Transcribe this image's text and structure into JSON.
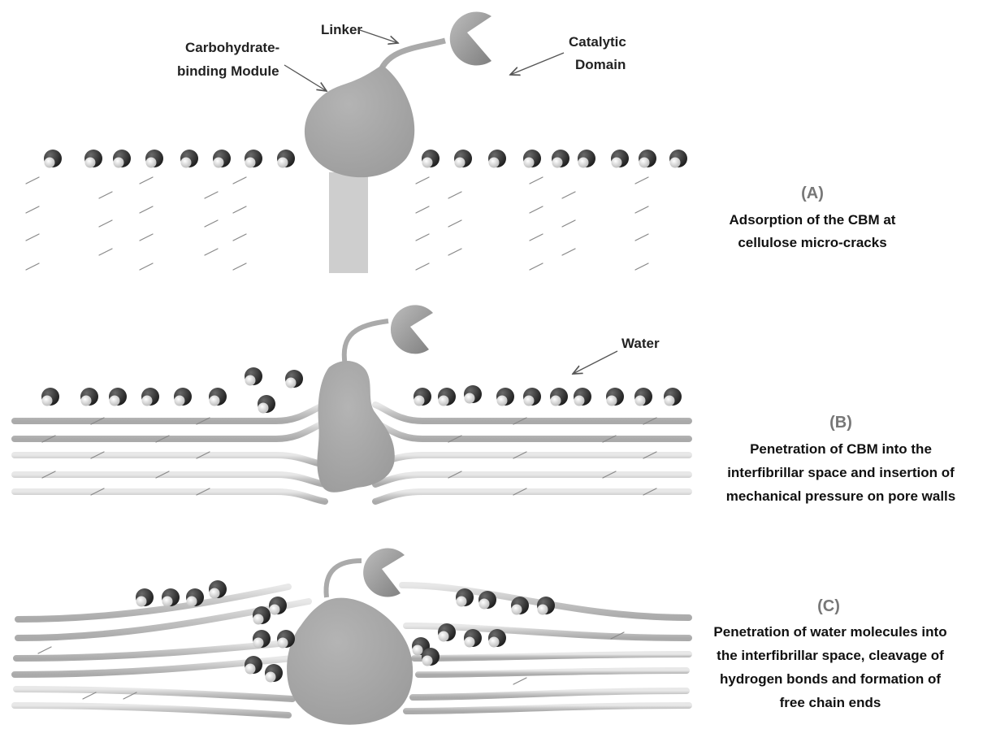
{
  "labels": {
    "linker": "Linker",
    "cbm_line1": "Carbohydrate-",
    "cbm_line2": "binding Module",
    "catalytic_line1": "Catalytic",
    "catalytic_line2": "Domain",
    "water": "Water"
  },
  "panels": [
    {
      "tag": "(A)",
      "caption": [
        "Adsorption of the CBM at",
        "cellulose micro-cracks"
      ]
    },
    {
      "tag": "(B)",
      "caption": [
        "Penetration of CBM into the",
        "interfibrillar space and insertion of",
        "mechanical pressure on pore walls"
      ]
    },
    {
      "tag": "(C)",
      "caption": [
        "Penetration of water molecules into",
        "the interfibrillar space, cleavage of",
        "hydrogen bonds and formation of",
        "free chain ends"
      ]
    }
  ],
  "colors": {
    "fibril": "#c9c9c9",
    "fibril_highlight": "#e6e6e6",
    "enzyme": "#a6a6a6",
    "catalytic": "#9a9a9a",
    "water_dark": "#2b2b2b",
    "water_light": "#eeeeee",
    "tag_text": "#777777"
  }
}
